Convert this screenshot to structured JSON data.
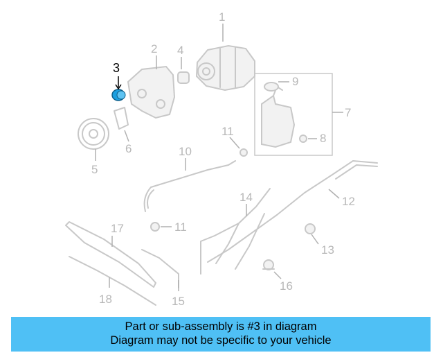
{
  "callouts": {
    "c1": "1",
    "c2": "2",
    "c3": "3",
    "c4": "4",
    "c5": "5",
    "c6": "6",
    "c7": "7",
    "c8": "8",
    "c9": "9",
    "c11a": "11",
    "c11b": "11",
    "c10": "10",
    "c12": "12",
    "c13": "13",
    "c14": "14",
    "c15": "15",
    "c16": "16",
    "c17": "17",
    "c18": "18"
  },
  "highlighted_part": "3",
  "colors": {
    "highlight": "#1a9fe0",
    "banner": "#4fc0f5",
    "parts": "#c8c8c8"
  },
  "banner": {
    "line1": "Part or sub-assembly is #3 in diagram",
    "line2": "Diagram may not be specific to your vehicle"
  }
}
